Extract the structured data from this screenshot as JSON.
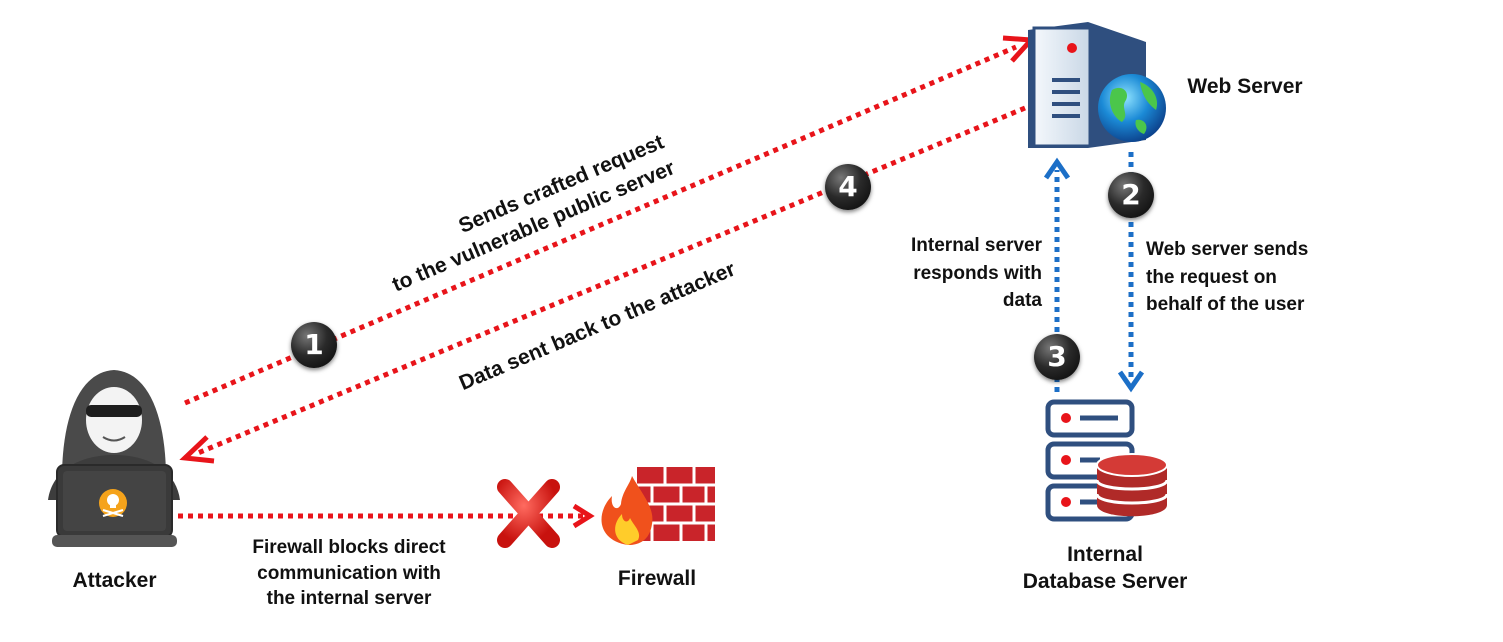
{
  "nodes": {
    "attacker": "Attacker",
    "firewall": "Firewall",
    "web_server": "Web Server",
    "db_server_line1": "Internal",
    "db_server_line2": "Database Server"
  },
  "steps": [
    "1",
    "2",
    "3",
    "4"
  ],
  "edges": {
    "step1_line1": "Sends crafted request",
    "step1_line2": "to the vulnerable public server",
    "step4": "Data sent back to the attacker",
    "step2_line1": "Web server sends",
    "step2_line2": "the request on",
    "step2_line3": "behalf of the user",
    "step3_line1": "Internal server",
    "step3_line2": "responds with",
    "step3_line3": "data",
    "firewall_line1": "Firewall blocks direct",
    "firewall_line2": "communication with",
    "firewall_line3": "the internal server"
  },
  "colors": {
    "attack_arrow": "#e8141a",
    "internal_arrow": "#1c6fc7",
    "step_badge": "#1a1a1a"
  },
  "icons": {
    "attacker": "hooded-hacker-laptop-icon",
    "firewall": "brick-wall-fire-icon",
    "web_server": "server-globe-icon",
    "db_server": "database-server-icon",
    "blocked": "red-x-icon"
  }
}
